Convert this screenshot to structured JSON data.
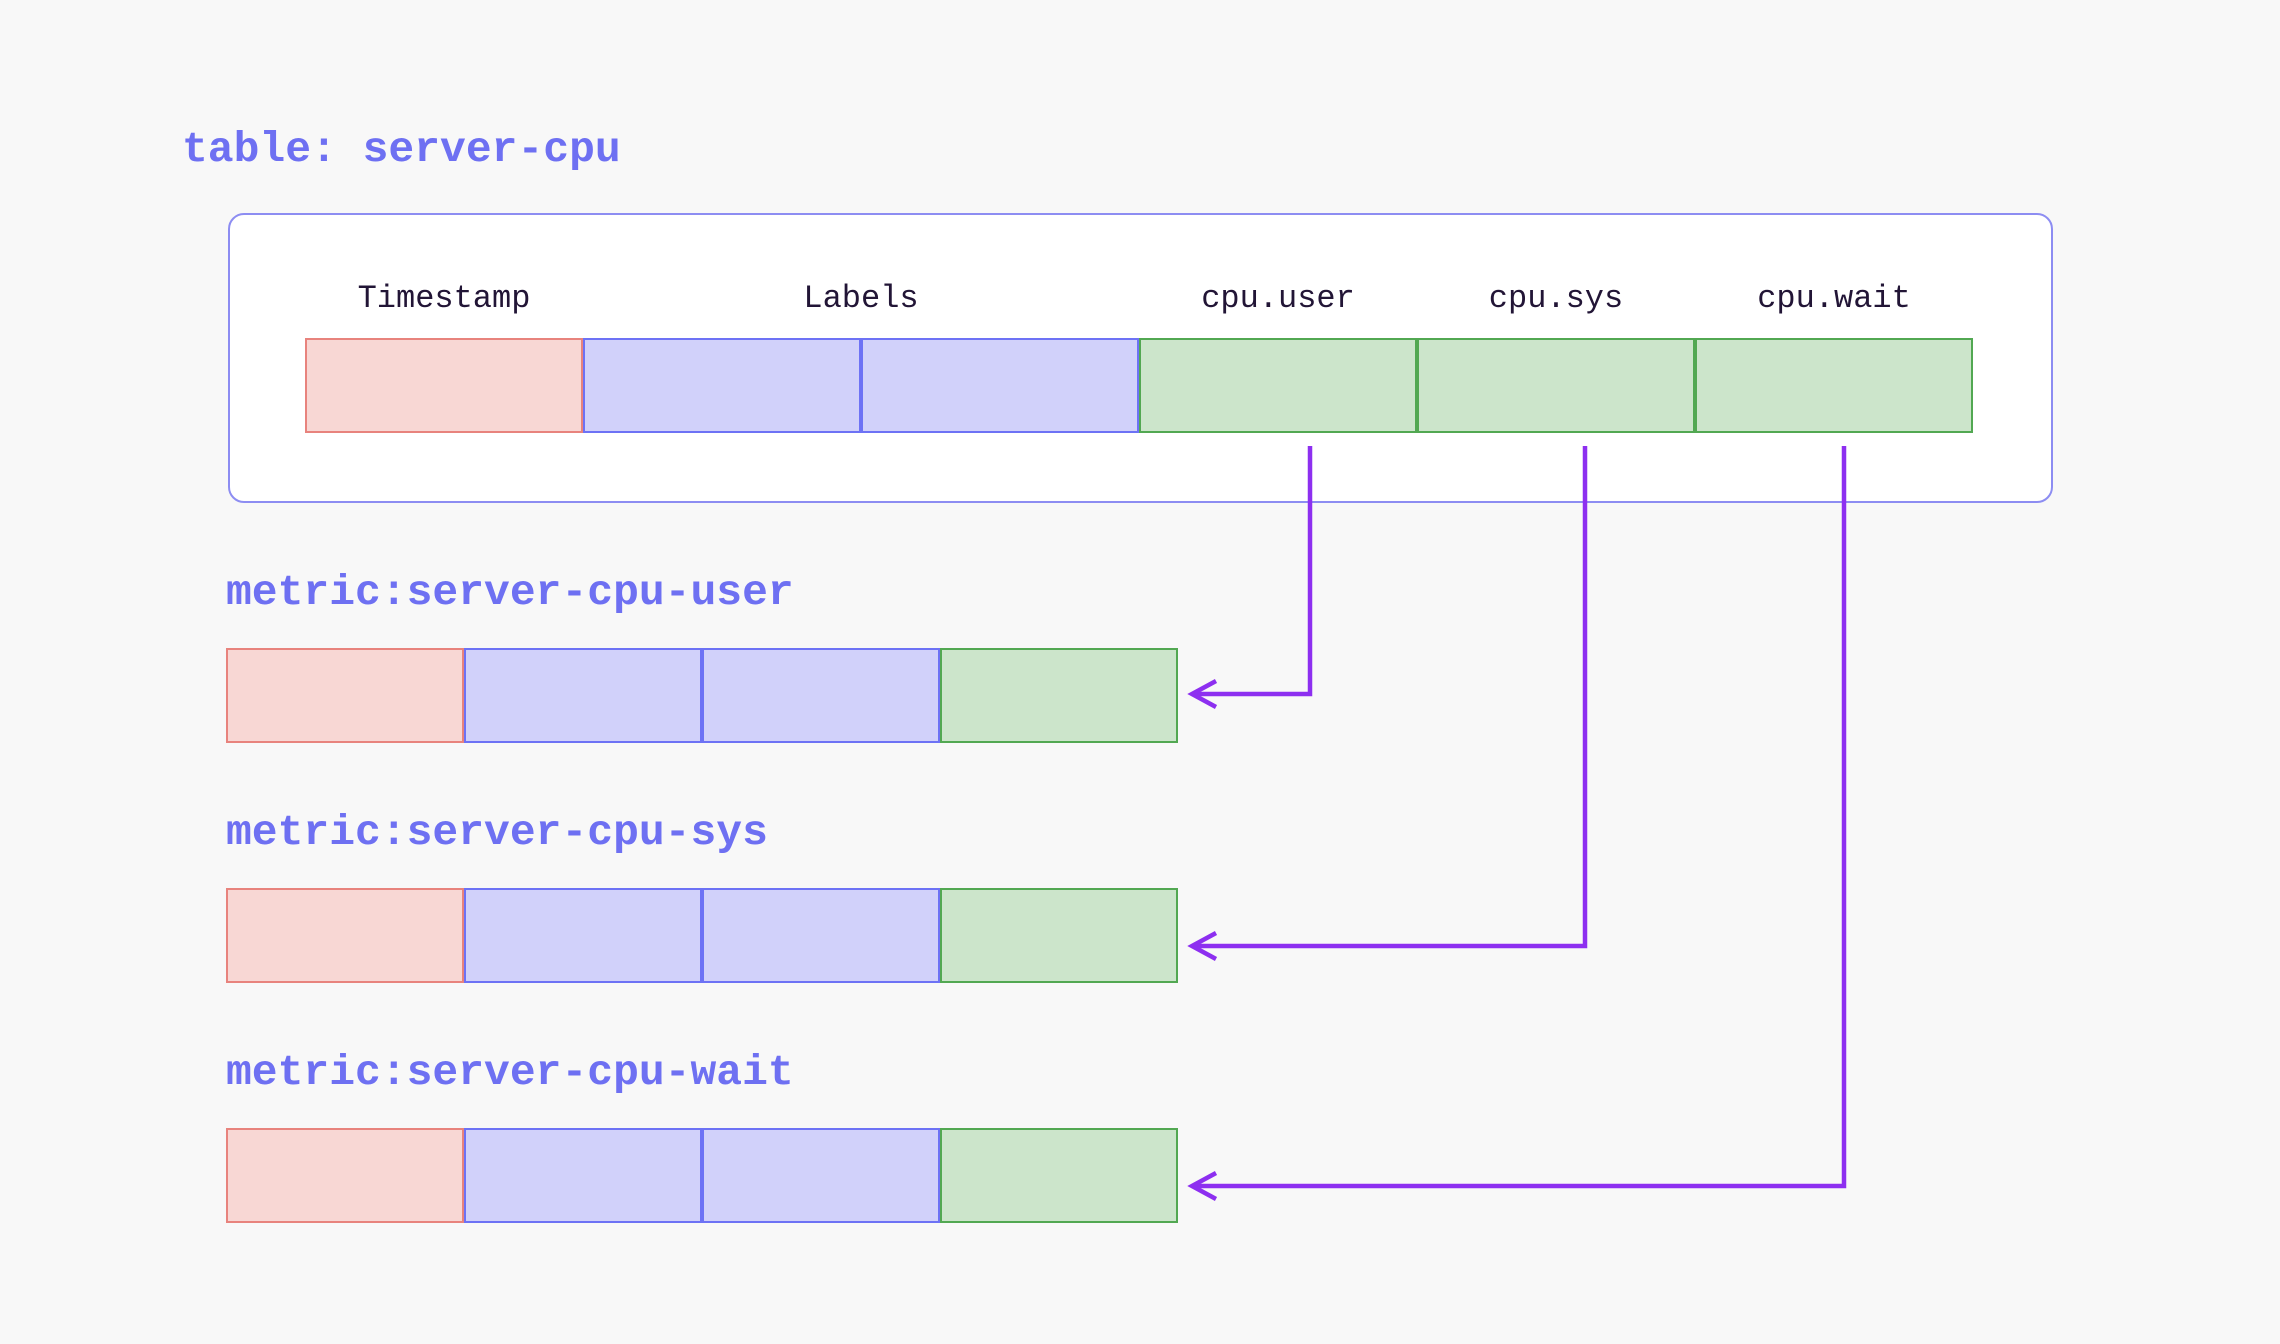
{
  "table": {
    "title": "table: server-cpu",
    "headers": [
      {
        "text": "Timestamp",
        "span": [
          0,
          0
        ]
      },
      {
        "text": "Labels",
        "span": [
          1,
          2
        ]
      },
      {
        "text": "cpu.user",
        "span": [
          3,
          3
        ]
      },
      {
        "text": "cpu.sys",
        "span": [
          4,
          4
        ]
      },
      {
        "text": "cpu.wait",
        "span": [
          5,
          5
        ]
      }
    ],
    "cells": [
      "timestamp",
      "label",
      "label",
      "value",
      "value",
      "value"
    ]
  },
  "metrics": [
    {
      "label": "metric:server-cpu-user",
      "cells": [
        "timestamp",
        "label",
        "label",
        "value"
      ],
      "source_column": "cpu.user"
    },
    {
      "label": "metric:server-cpu-sys",
      "cells": [
        "timestamp",
        "label",
        "label",
        "value"
      ],
      "source_column": "cpu.sys"
    },
    {
      "label": "metric:server-cpu-wait",
      "cells": [
        "timestamp",
        "label",
        "label",
        "value"
      ],
      "source_column": "cpu.wait"
    }
  ],
  "colors": {
    "background": "#f8f8f8",
    "card_border": "#8d8df2",
    "card_fill": "#ffffff",
    "title_text": "#6e70f2",
    "header_text": "#221536",
    "arrow": "#8d2ff0",
    "timestamp_fill": "#f8d7d4",
    "timestamp_border": "#e8837d",
    "label_fill": "#d1d1fa",
    "label_border": "#6d72f5",
    "value_fill": "#cce5cb",
    "value_border": "#52a852"
  }
}
